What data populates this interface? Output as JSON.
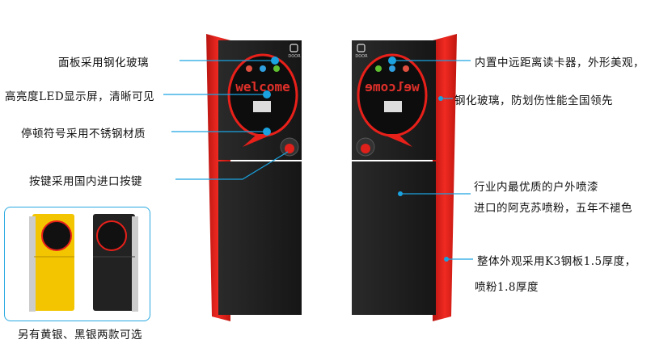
{
  "left_callouts": [
    "面板采用钢化玻璃",
    "高亮度LED显示屏，清晰可见",
    "停顿符号采用不锈钢材质",
    "按键采用国内进口按键"
  ],
  "right_callouts": [
    "内置中远距离读卡器，外形美观，",
    "钢化玻璃，防划伤性能全国领先",
    "行业内最优质的户外喷漆",
    "进口的阿克苏喷粉，五年不褪色",
    "整体外观采用K3钢板1.5厚度，",
    "喷粉1.8厚度"
  ],
  "inset_caption": "另有黄银、黑银两款可选",
  "display_text": "welcome",
  "brand": "DOOR",
  "colors": {
    "accent_line": "#1aa3e0",
    "body_red": "#e0201c",
    "panel_black": "#1e1e1e",
    "led_red": "#e0302a",
    "yellow": "#f2c500"
  }
}
